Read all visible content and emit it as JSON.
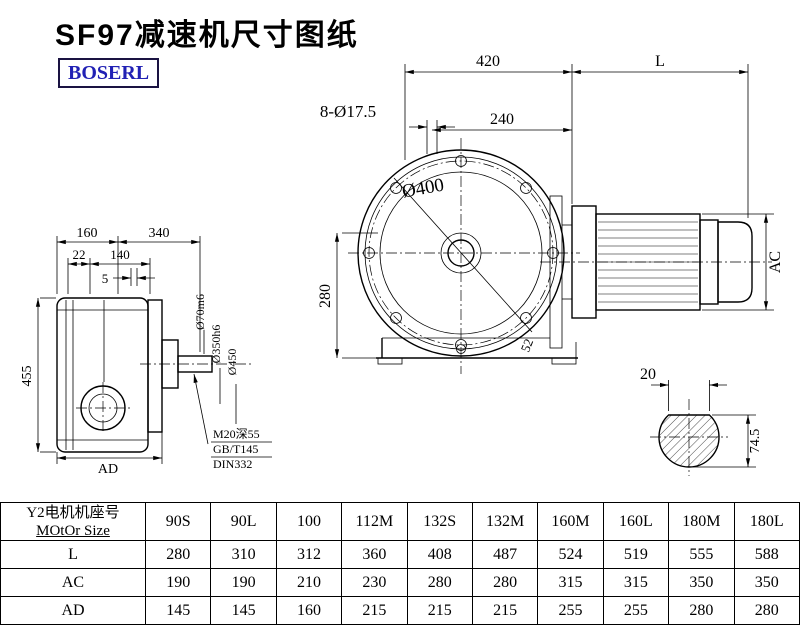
{
  "page": {
    "title": "SF97减速机尺寸图纸",
    "brand": "BOSERL"
  },
  "drawing": {
    "front_view": {
      "dim_420": "420",
      "dim_L": "L",
      "dim_bolt_holes": "8-Ø17.5",
      "dim_240": "240",
      "dim_flange_dia": "Ø400",
      "dim_280": "280",
      "dim_52": "52"
    },
    "motor_view": {
      "dim_AC": "AC"
    },
    "side_view": {
      "dim_160": "160",
      "dim_340": "340",
      "dim_22": "22",
      "dim_140": "140",
      "dim_5": "5",
      "dim_455": "455",
      "dim_AD": "AD",
      "dim_shaft_dia": "Ø70m6",
      "dim_spigot_dia": "Ø350h6",
      "dim_flange_od": "Ø450",
      "note_line1": "M20深55",
      "note_line2": "GB/T145",
      "note_line3": "DIN332"
    },
    "shaft_section": {
      "dim_20": "20",
      "dim_74_5": "74.5"
    }
  },
  "table": {
    "header": {
      "line1": "Y2电机机座号",
      "line2": "MOtOr Size"
    },
    "columns": [
      "90S",
      "90L",
      "100",
      "112M",
      "132S",
      "132M",
      "160M",
      "160L",
      "180M",
      "180L"
    ],
    "rows": [
      {
        "label": "L",
        "values": [
          "280",
          "310",
          "312",
          "360",
          "408",
          "487",
          "524",
          "519",
          "555",
          "588"
        ]
      },
      {
        "label": "AC",
        "values": [
          "190",
          "190",
          "210",
          "230",
          "280",
          "280",
          "315",
          "315",
          "350",
          "350"
        ]
      },
      {
        "label": "AD",
        "values": [
          "145",
          "145",
          "160",
          "215",
          "215",
          "215",
          "255",
          "255",
          "280",
          "280"
        ]
      }
    ]
  }
}
